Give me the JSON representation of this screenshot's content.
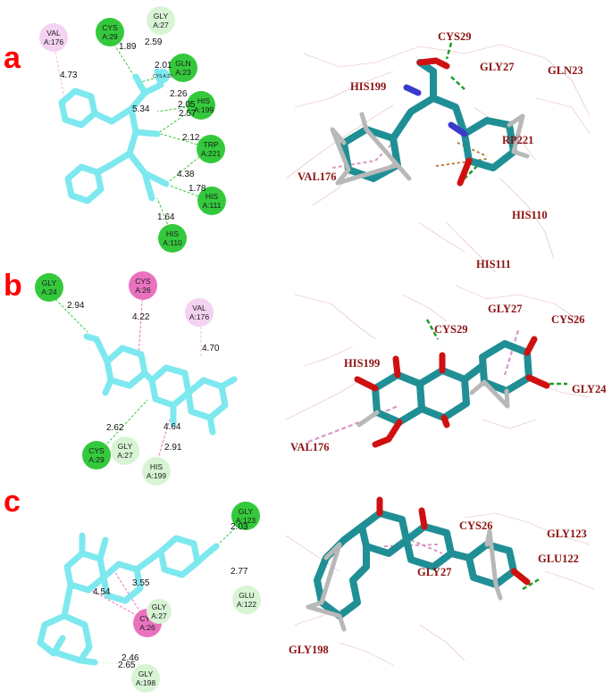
{
  "panels": [
    {
      "letter": "a",
      "residues": [
        {
          "name": "VAL",
          "chain": "A:176",
          "type": "alkyl"
        },
        {
          "name": "CYS",
          "chain": "A:29",
          "type": "hbond"
        },
        {
          "name": "GLY",
          "chain": "A:27",
          "type": "vdw"
        },
        {
          "name": "GLN",
          "chain": "A:23",
          "type": "hbond"
        },
        {
          "name": "HIS",
          "chain": "A:199",
          "type": "hbond"
        },
        {
          "name": "TRP",
          "chain": "A:221",
          "type": "hbond"
        },
        {
          "name": "HIS",
          "chain": "A:111",
          "type": "hbond"
        },
        {
          "name": "HIS",
          "chain": "A:110",
          "type": "hbond"
        }
      ],
      "distances": [
        "1.89",
        "2.59",
        "4.73",
        "2.01",
        "2.26",
        "2.05",
        "5.34",
        "2.57",
        "2.12",
        "4.38",
        "1.78",
        "1.64"
      ],
      "small_label": "CYS A:29",
      "labels_3d": [
        "CYS29",
        "GLY27",
        "GLN23",
        "HIS199",
        "RP221",
        "VAL176",
        "HIS110",
        "HIS111"
      ]
    },
    {
      "letter": "b",
      "residues": [
        {
          "name": "GLY",
          "chain": "A:24",
          "type": "hbond"
        },
        {
          "name": "CYS",
          "chain": "A:26",
          "type": "pialkyl"
        },
        {
          "name": "VAL",
          "chain": "A:176",
          "type": "alkyl"
        },
        {
          "name": "CYS",
          "chain": "A:29",
          "type": "hbond"
        },
        {
          "name": "GLY",
          "chain": "A:27",
          "type": "vdw"
        },
        {
          "name": "HIS",
          "chain": "A:199",
          "type": "vdw"
        }
      ],
      "distances": [
        "2.94",
        "4.22",
        "4.70",
        "2.62",
        "4.64",
        "2.91"
      ],
      "labels_3d": [
        "GLY27",
        "CYS29",
        "CYS26",
        "HIS199",
        "GLY24",
        "VAL176"
      ]
    },
    {
      "letter": "c",
      "residues": [
        {
          "name": "GLY",
          "chain": "A:123",
          "type": "hbond"
        },
        {
          "name": "GLU",
          "chain": "A:122",
          "type": "vdw"
        },
        {
          "name": "GLY",
          "chain": "A:27",
          "type": "vdw"
        },
        {
          "name": "CYS",
          "chain": "A:26",
          "type": "pialkyl"
        },
        {
          "name": "GLY",
          "chain": "A:198",
          "type": "vdw"
        }
      ],
      "distances": [
        "2.03",
        "2.77",
        "3.55",
        "4.54",
        "2.46",
        "2.65"
      ],
      "labels_3d": [
        "CYS26",
        "GLY123",
        "GLU122",
        "GLY27",
        "GLY198"
      ]
    }
  ],
  "colors": {
    "panel_letter": "#ff0000",
    "ligand": "#7ee8ef",
    "hbond": "#34c93c",
    "vdw": "#d8f4d5",
    "alkyl": "#f4d2f2",
    "pialkyl": "#e972be",
    "residue_3d_label": "#8b1010",
    "hbond_line": "#1e9e28",
    "alkyl_line": "#d898c8",
    "stick_carbon": "#1f8f95",
    "stick_h": "#b8b8b8",
    "stick_o": "#d01010"
  }
}
